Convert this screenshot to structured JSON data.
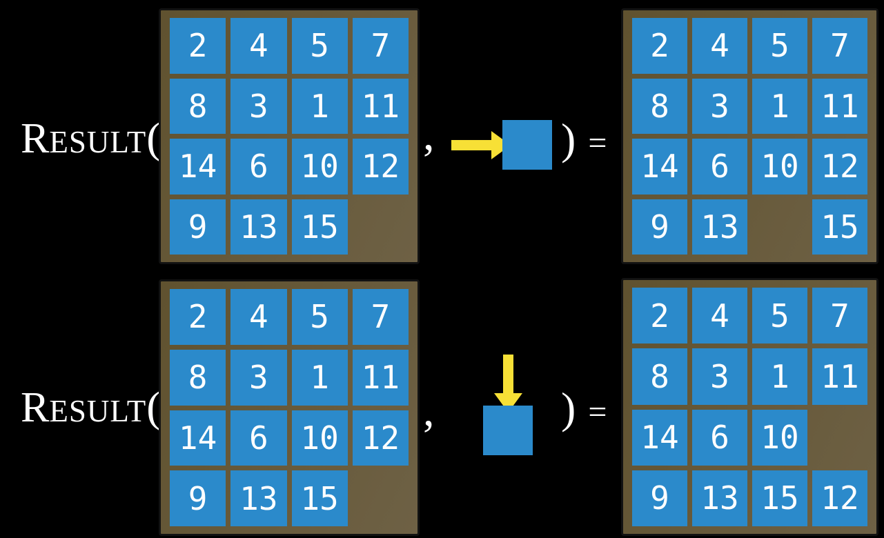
{
  "formula": {
    "name_initial": "R",
    "name_rest": "ESULT",
    "open_paren": "(",
    "comma": ",",
    "close_paren": ")",
    "equals": "="
  },
  "colors": {
    "background": "#000000",
    "board_brown_dark": "#60522f",
    "board_brown_light": "#6e6145",
    "board_border": "#121212",
    "tile_blue": "#2b8acb",
    "arrow_yellow": "#f7e036",
    "text_white": "#ffffff"
  },
  "examples": [
    {
      "action_direction": "right",
      "initial_board": [
        [
          "2",
          "4",
          "5",
          "7"
        ],
        [
          "8",
          "3",
          "1",
          "11"
        ],
        [
          "14",
          "6",
          "10",
          "12"
        ],
        [
          "9",
          "13",
          "15",
          ""
        ]
      ],
      "result_board": [
        [
          "2",
          "4",
          "5",
          "7"
        ],
        [
          "8",
          "3",
          "1",
          "11"
        ],
        [
          "14",
          "6",
          "10",
          "12"
        ],
        [
          "9",
          "13",
          "",
          "15"
        ]
      ]
    },
    {
      "action_direction": "down",
      "initial_board": [
        [
          "2",
          "4",
          "5",
          "7"
        ],
        [
          "8",
          "3",
          "1",
          "11"
        ],
        [
          "14",
          "6",
          "10",
          "12"
        ],
        [
          "9",
          "13",
          "15",
          ""
        ]
      ],
      "result_board": [
        [
          "2",
          "4",
          "5",
          "7"
        ],
        [
          "8",
          "3",
          "1",
          "11"
        ],
        [
          "14",
          "6",
          "10",
          ""
        ],
        [
          "9",
          "13",
          "15",
          "12"
        ]
      ]
    }
  ]
}
